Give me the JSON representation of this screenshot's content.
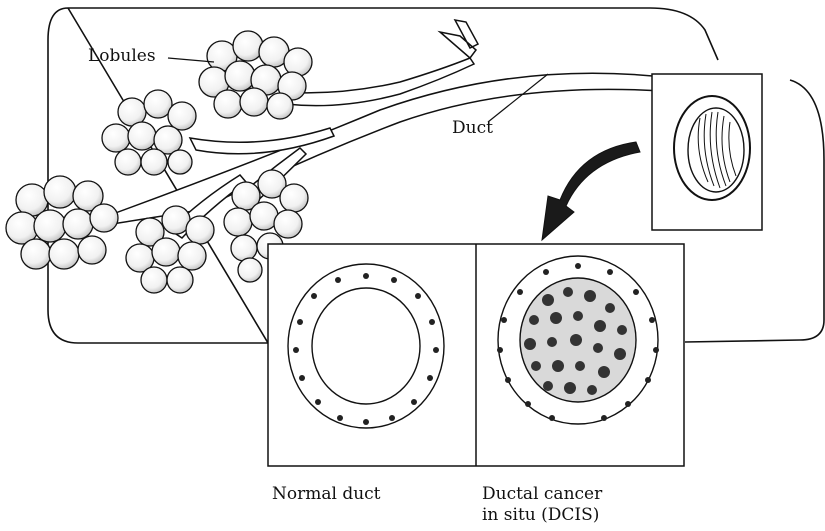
{
  "labels": {
    "lobules": "Lobules",
    "duct": "Duct",
    "normal_duct": "Normal duct",
    "dcis_line1": "Ductal cancer",
    "dcis_line2": "in situ (DCIS)"
  },
  "colors": {
    "ink": "#111111",
    "paper": "#ffffff",
    "arrow": "#1a1a1a"
  }
}
